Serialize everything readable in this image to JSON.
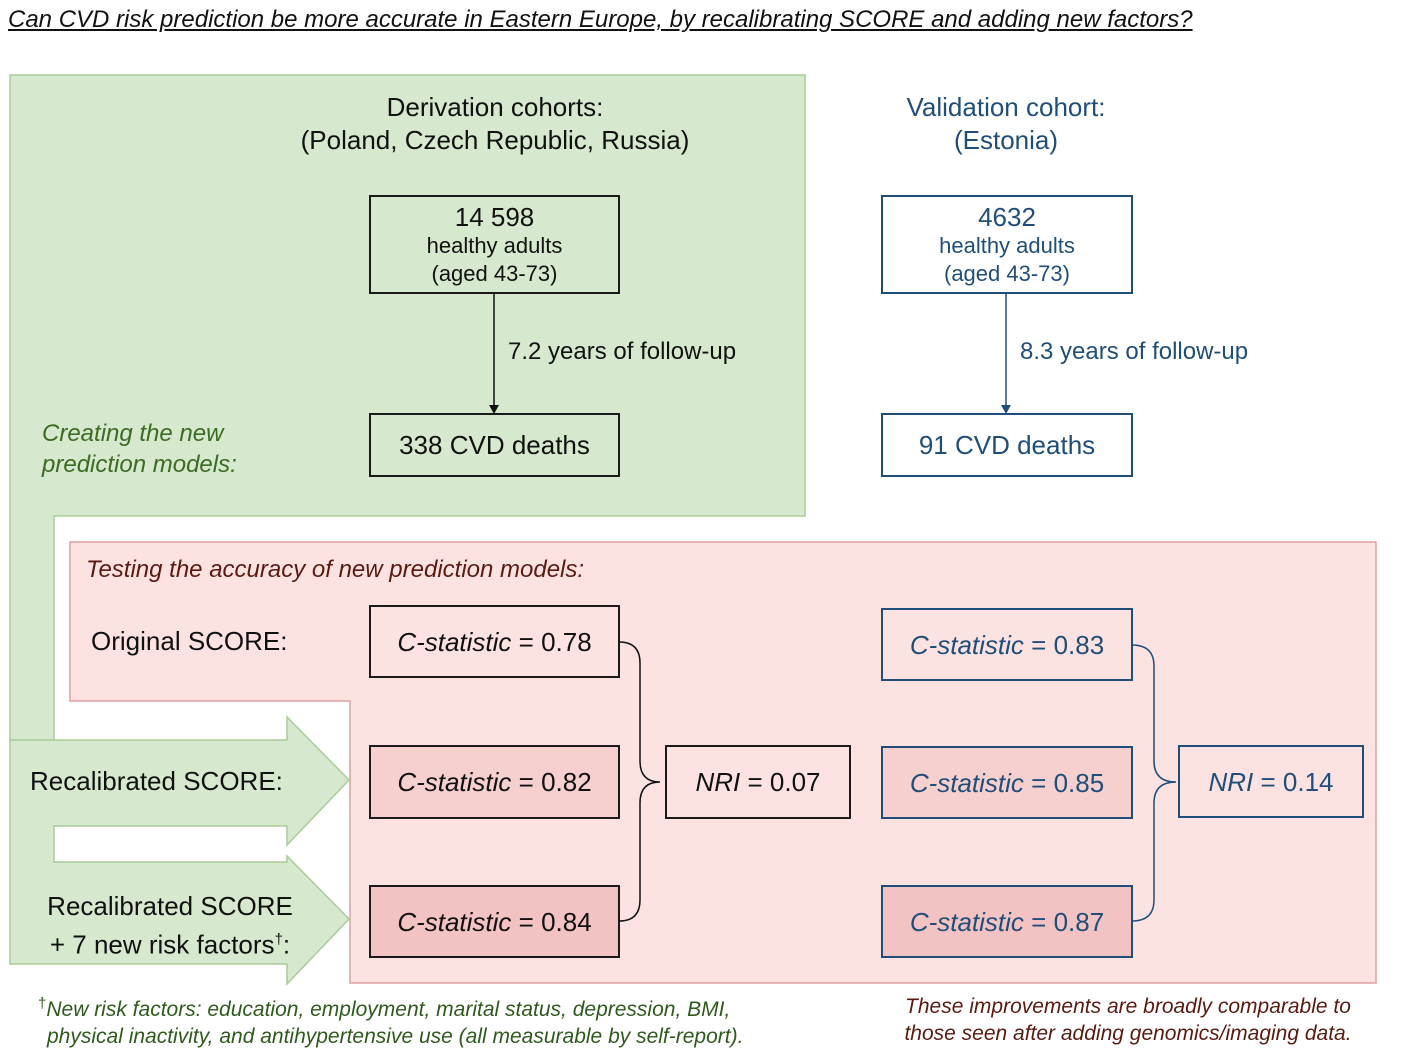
{
  "title": "Can CVD risk prediction be more accurate in Eastern Europe, by recalibrating SCORE and adding new factors?",
  "colors": {
    "green_panel": "#d6e8cd",
    "green_border": "#a9cc9a",
    "red_panel": "#fde2e2",
    "red_border": "#e0a0a0",
    "blue": "#1f4e79",
    "box_light_red": "#f6cfcf",
    "box_mid_red": "#f3c3c3"
  },
  "derivation": {
    "heading_line1": "Derivation cohorts:",
    "heading_line2": "(Poland, Czech Republic, Russia)",
    "count": "14 598",
    "subject": "healthy adults",
    "age": "(aged 43-73)",
    "followup": "7.2 years of follow-up",
    "deaths": "338 CVD deaths",
    "creating_line1": "Creating the new",
    "creating_line2": "prediction models:"
  },
  "validation": {
    "heading_line1": "Validation cohort:",
    "heading_line2": "(Estonia)",
    "count": "4632",
    "subject": "healthy adults",
    "age": "(aged 43-73)",
    "followup": "8.3 years of follow-up",
    "deaths": "91 CVD deaths"
  },
  "testing": {
    "heading": "Testing the accuracy of new prediction models:",
    "row_labels": {
      "original": "Original SCORE:",
      "recalibrated": "Recalibrated SCORE:",
      "plus_line1": "Recalibrated SCORE",
      "plus_line2_prefix": "+ 7 new risk factors",
      "plus_dagger": "†",
      "plus_colon": ":"
    },
    "cstat_label": "C-statistic",
    "equals": " = ",
    "nri_label": "NRI",
    "derivation_cstats": [
      "0.78",
      "0.82",
      "0.84"
    ],
    "validation_cstats": [
      "0.83",
      "0.85",
      "0.87"
    ],
    "derivation_nri": "0.07",
    "validation_nri": "0.14"
  },
  "footnotes": {
    "dagger": "†",
    "left_line1": "New risk factors: education, employment, marital status, depression, BMI,",
    "left_line2": "physical inactivity, and antihypertensive use (all measurable by self-report).",
    "right_line1": "These improvements are broadly comparable to",
    "right_line2": "those seen after adding genomics/imaging data."
  }
}
